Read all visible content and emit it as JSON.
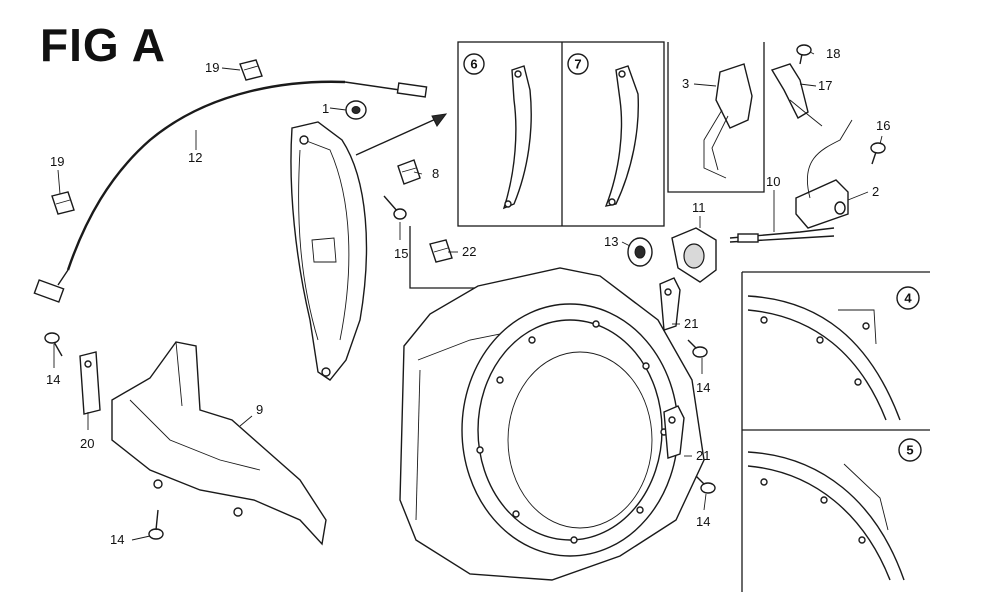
{
  "figure": {
    "title": "FIG A"
  },
  "callouts": {
    "c1": "1",
    "c2": "2",
    "c3": "3",
    "c8": "8",
    "c9": "9",
    "c10": "10",
    "c11": "11",
    "c12": "12",
    "c13": "13",
    "c14a": "14",
    "c14b": "14",
    "c14c": "14",
    "c14d": "14",
    "c15": "15",
    "c16": "16",
    "c17": "17",
    "c18": "18",
    "c19a": "19",
    "c19b": "19",
    "c20": "20",
    "c21a": "21",
    "c21b": "21",
    "c22": "22"
  },
  "insets": {
    "i4": "4",
    "i5": "5",
    "i6": "6",
    "i7": "7"
  }
}
